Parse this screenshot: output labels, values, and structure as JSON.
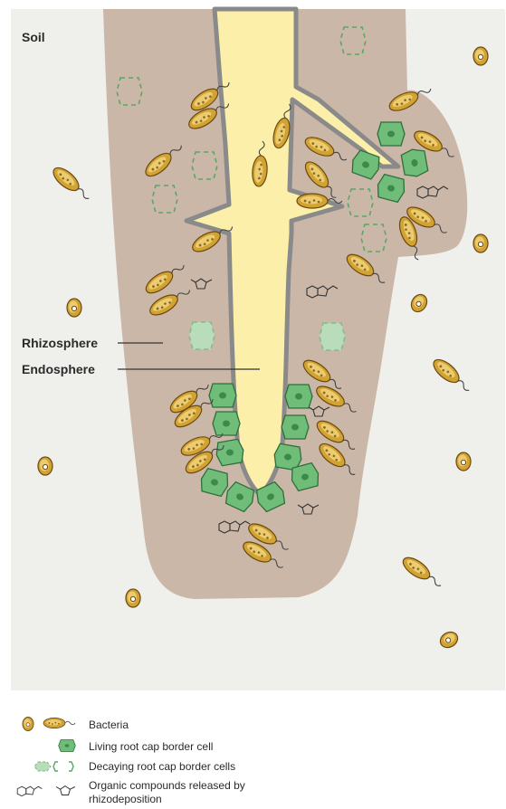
{
  "diagram": {
    "labels": {
      "soil": "Soil",
      "rhizosphere": "Rhizosphere",
      "endosphere": "Endosphere"
    }
  },
  "legend": {
    "bacteria": "Bacteria",
    "living_cell": "Living root cap border cell",
    "decaying_cells": "Decaying  root cap border cells",
    "compounds_line1": "Organic compounds released by",
    "compounds_line2": "rhizodeposition"
  },
  "colors": {
    "soil_background": "#efefec",
    "rhizosphere_fill": "#cbb7a8",
    "root_fill": "#fbefa9",
    "root_outline": "#8a8a8a",
    "bacteria_fill": "#d2a233",
    "living_cell_fill": "#6fbd78",
    "decaying_cell_outline": "#5aa765"
  },
  "icons": [
    "bacteria-icon",
    "living-cell-icon",
    "decaying-cell-icon",
    "organic-compound-icon"
  ]
}
